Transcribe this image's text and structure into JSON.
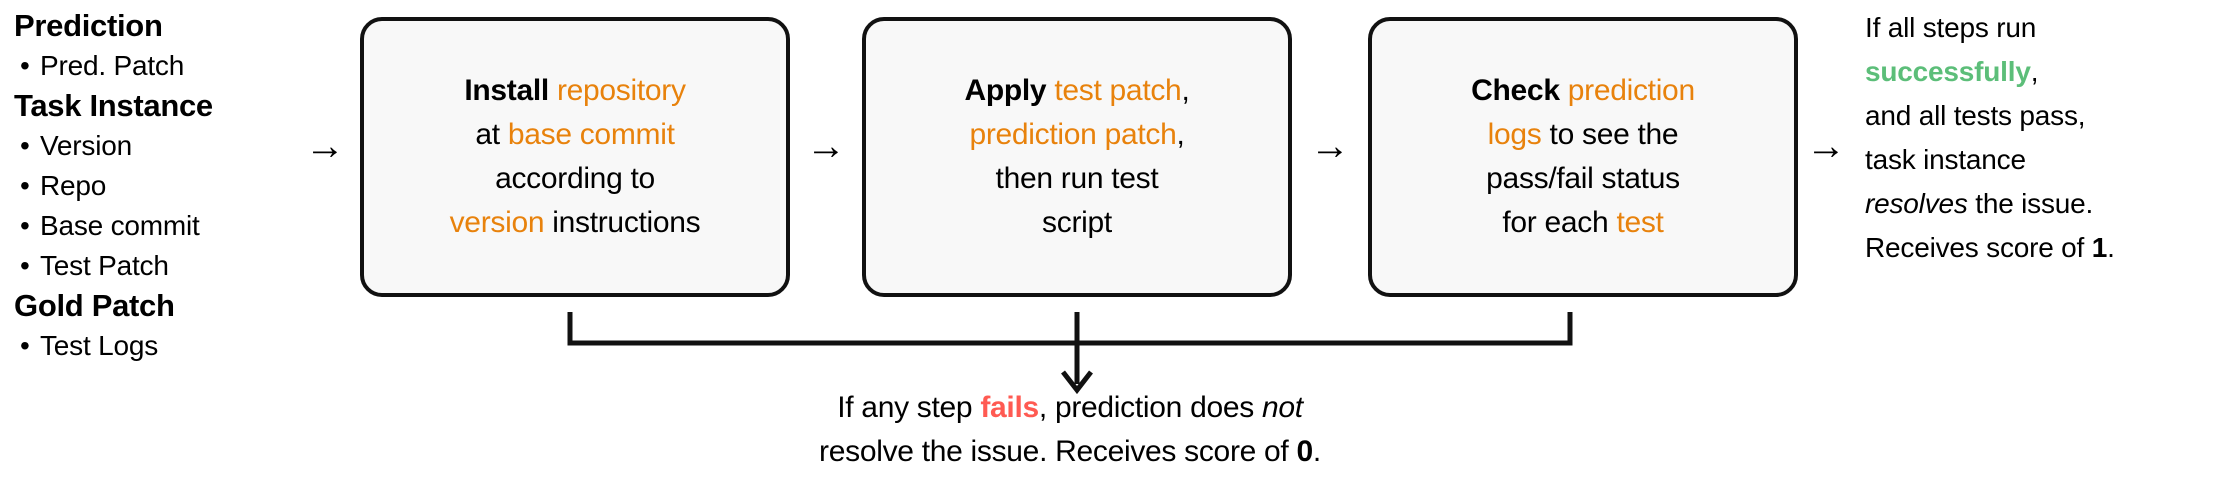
{
  "left_column": {
    "groups": [
      {
        "heading": "Prediction",
        "items": [
          "Pred. Patch"
        ]
      },
      {
        "heading": "Task Instance",
        "items": [
          "Version",
          "Repo",
          "Base commit",
          "Test Patch"
        ]
      },
      {
        "heading": "Gold Patch",
        "items": [
          "Test Logs"
        ]
      }
    ]
  },
  "arrows": {
    "glyph": "→",
    "down_glyph": "↓"
  },
  "steps": [
    {
      "id": "install",
      "lines": [
        [
          {
            "t": "Install ",
            "s": "bold"
          },
          {
            "t": "repository",
            "s": "orange"
          }
        ],
        [
          {
            "t": "at ",
            "s": "plain"
          },
          {
            "t": "base commit",
            "s": "orange"
          }
        ],
        [
          {
            "t": "according to",
            "s": "plain"
          }
        ],
        [
          {
            "t": "version",
            "s": "orange"
          },
          {
            "t": " instructions",
            "s": "plain"
          }
        ]
      ]
    },
    {
      "id": "apply",
      "lines": [
        [
          {
            "t": "Apply ",
            "s": "bold"
          },
          {
            "t": "test patch",
            "s": "orange"
          },
          {
            "t": ",",
            "s": "plain"
          }
        ],
        [
          {
            "t": "prediction patch",
            "s": "orange"
          },
          {
            "t": ",",
            "s": "plain"
          }
        ],
        [
          {
            "t": "then run test",
            "s": "plain"
          }
        ],
        [
          {
            "t": "script",
            "s": "plain"
          }
        ]
      ]
    },
    {
      "id": "check",
      "lines": [
        [
          {
            "t": "Check ",
            "s": "bold"
          },
          {
            "t": "prediction",
            "s": "orange"
          }
        ],
        [
          {
            "t": "logs",
            "s": "orange"
          },
          {
            "t": " to see the",
            "s": "plain"
          }
        ],
        [
          {
            "t": "pass/fail status",
            "s": "plain"
          }
        ],
        [
          {
            "t": "for each ",
            "s": "plain"
          },
          {
            "t": "test",
            "s": "orange"
          }
        ]
      ]
    }
  ],
  "right_column": {
    "lines": [
      [
        {
          "t": "If all steps run",
          "s": "plain"
        }
      ],
      [
        {
          "t": "successfully",
          "s": "green"
        },
        {
          "t": ",",
          "s": "plain"
        }
      ],
      [
        {
          "t": "and all tests pass,",
          "s": "plain"
        }
      ],
      [
        {
          "t": "task instance",
          "s": "plain"
        }
      ],
      [
        {
          "t": "resolves",
          "s": "italic"
        },
        {
          "t": " the issue.",
          "s": "plain"
        }
      ],
      [
        {
          "t": "Receives score of ",
          "s": "plain"
        },
        {
          "t": "1",
          "s": "bold"
        },
        {
          "t": ".",
          "s": "plain"
        }
      ]
    ]
  },
  "fail_caption": {
    "lines": [
      [
        {
          "t": "If any step ",
          "s": "plain"
        },
        {
          "t": "fails",
          "s": "red"
        },
        {
          "t": ", prediction does ",
          "s": "plain"
        },
        {
          "t": "not",
          "s": "italic"
        }
      ],
      [
        {
          "t": "resolve the issue. Receives score of ",
          "s": "plain"
        },
        {
          "t": "0",
          "s": "bold"
        },
        {
          "t": ".",
          "s": "plain"
        }
      ]
    ]
  },
  "colors": {
    "orange": "#E8820C",
    "green": "#5CBE79",
    "red": "#FF5A52",
    "box_fill": "#F8F8F8",
    "box_border": "#111111"
  }
}
